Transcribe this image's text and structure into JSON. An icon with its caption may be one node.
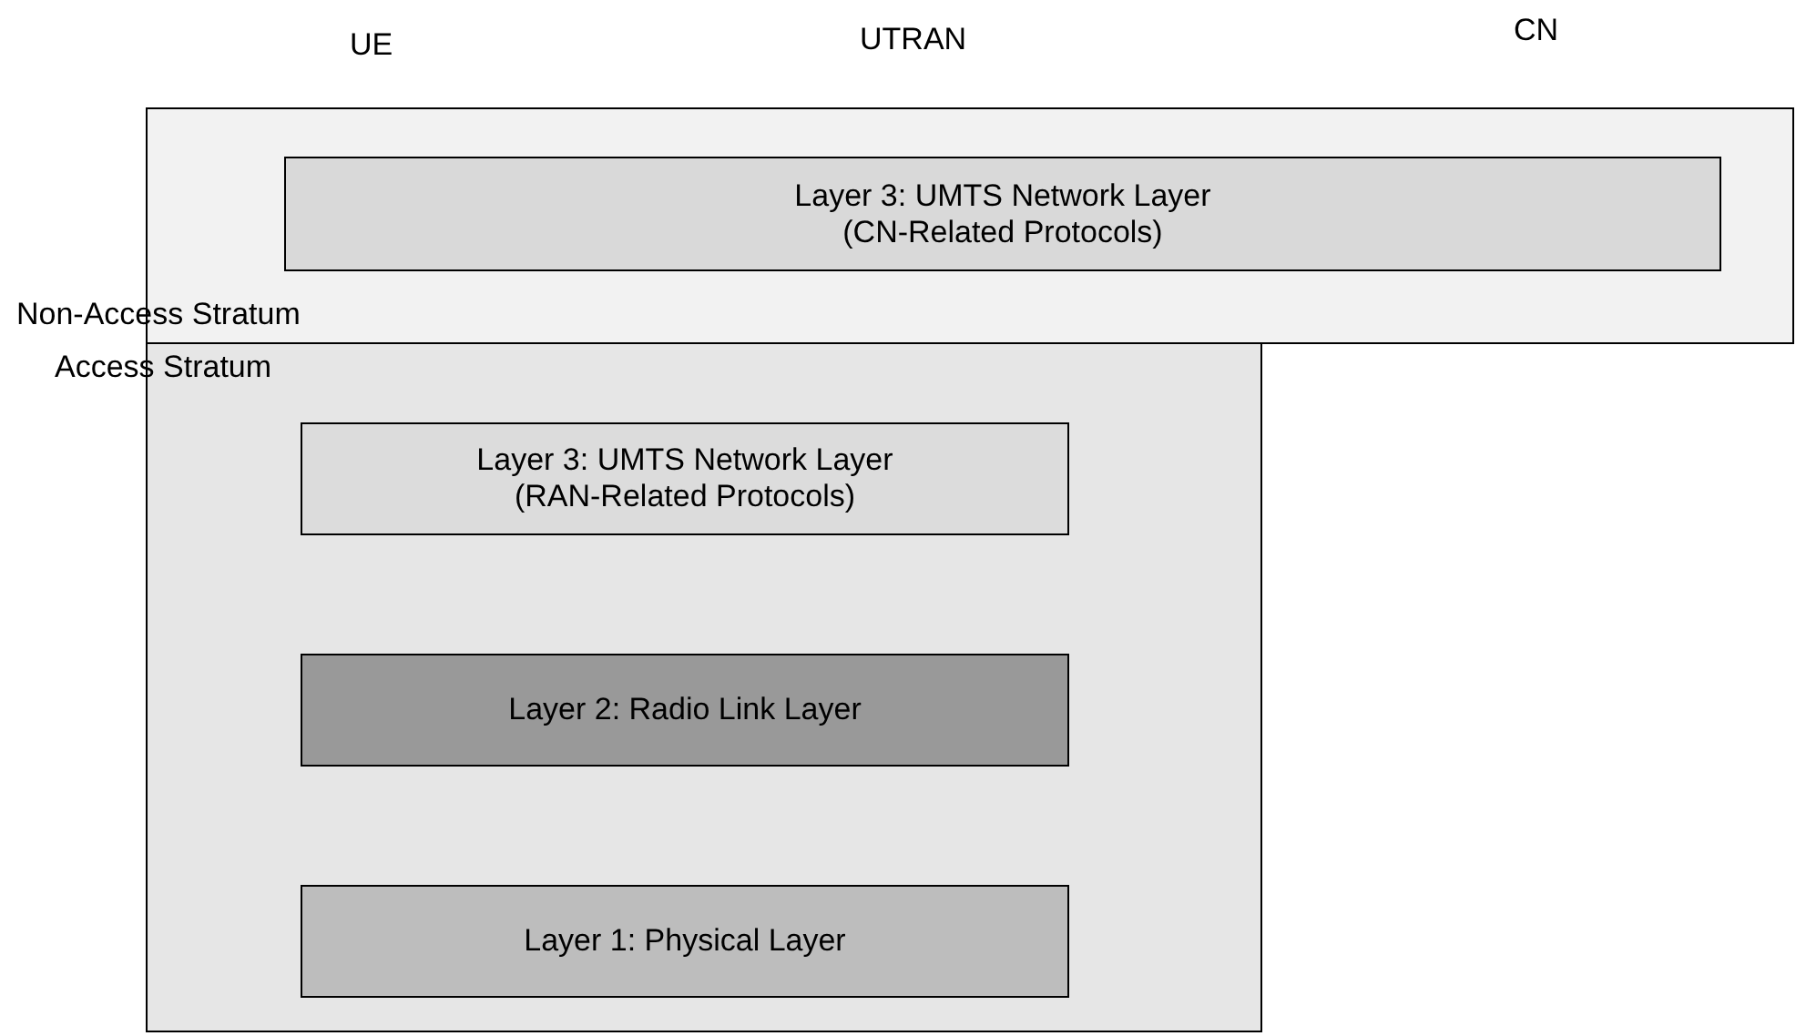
{
  "diagram": {
    "nodes": [
      {
        "text": [
          "Non-Access Stratum"
        ]
      },
      {
        "text": [
          "Layer 3: UMTS Network Layer",
          "(CN-Related Protocols)"
        ],
        "in": 0
      },
      {
        "text": [
          "Access Stratum"
        ]
      },
      {
        "text": [
          "Layer 3: UMTS Network Layer",
          "(RAN-Related Protocols)"
        ],
        "in": 2
      },
      {
        "text": [
          "Layer 2: Radio Link Layer"
        ],
        "in": 2
      },
      {
        "text": [
          "Layer 1: Physical Layer"
        ],
        "in": 2
      }
    ],
    "labels": [
      "UE",
      "UTRAN",
      "CN"
    ]
  }
}
